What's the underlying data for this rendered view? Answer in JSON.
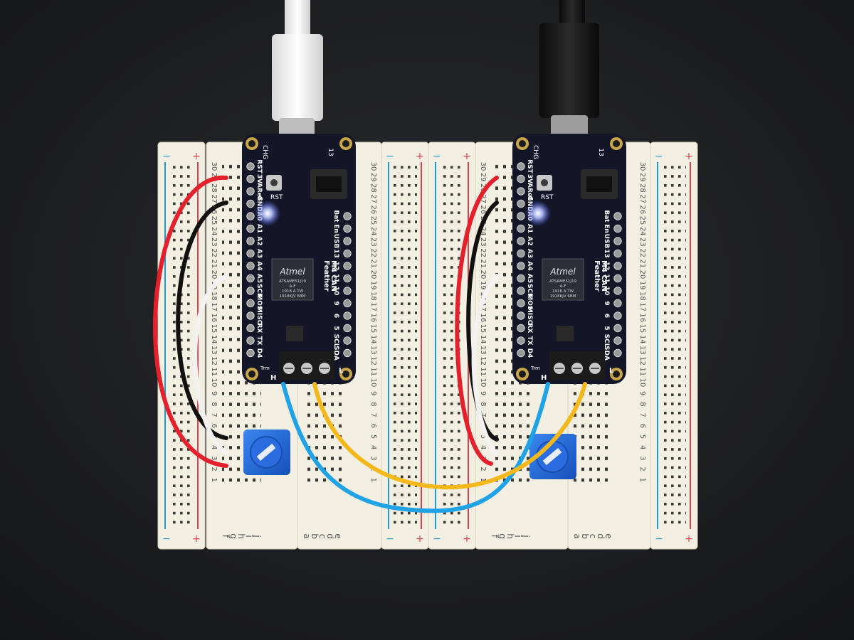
{
  "scene": {
    "background": "#1c1d1f",
    "breadboard_color": "#f3efe2",
    "rail_blue": "#1f9ad6",
    "rail_red": "#e0404a",
    "pcb_color": "#141628",
    "silk_color": "#ffffff",
    "led_color": "#c9d6ff",
    "pot_color": "#1f63d2",
    "wire_colors": {
      "red": "#e3202c",
      "black": "#111111",
      "white": "#f2f2f2",
      "blue": "#1fa3e6",
      "yellow": "#f4b81a"
    },
    "cable_left_color": "#f5f5f5",
    "cable_right_color": "#151515"
  },
  "breadboard": {
    "rail_plus": "+",
    "rail_minus": "−",
    "left_cols": [
      "f",
      "g",
      "h",
      "i",
      "j"
    ],
    "right_cols": [
      "a",
      "b",
      "c",
      "d",
      "e"
    ],
    "rows": [
      "30",
      "29",
      "28",
      "27",
      "26",
      "25",
      "24",
      "23",
      "22",
      "21",
      "20",
      "19",
      "18",
      "17",
      "16",
      "15",
      "14",
      "13",
      "12",
      "11",
      "10",
      "9",
      "8",
      "7",
      "6",
      "5",
      "4",
      "3",
      "2",
      "1"
    ]
  },
  "boards": [
    {
      "name": "Feather M4 CAN",
      "left_pins": [
        "RST",
        "3V",
        "ARef",
        "GND",
        "A0",
        "A1",
        "A2",
        "A3",
        "A4",
        "A5",
        "SCK",
        "MOSI",
        "MISO",
        "RX",
        "TX",
        "D4"
      ],
      "right_pins": [
        "Bat",
        "En",
        "USB",
        "13",
        "12",
        "11",
        "10",
        "9",
        "6",
        "5",
        "SCL",
        "SDA"
      ],
      "chip_brand": "Atmel",
      "chip_lines": [
        "ATSAME51J19",
        "A-F",
        "1918 A TW",
        "1918KJV 6BM"
      ],
      "board_text": [
        "Feather",
        "M4 CAN"
      ],
      "top_labels": [
        "CHG",
        "13"
      ],
      "rst_label": "RST",
      "terminal_labels": [
        "H",
        "Trm",
        "L"
      ]
    },
    {
      "name": "Feather M4 CAN",
      "left_pins": [
        "RST",
        "3V",
        "ARef",
        "GND",
        "A0",
        "A1",
        "A2",
        "A3",
        "A4",
        "A5",
        "SCK",
        "MOSI",
        "MISO",
        "RX",
        "TX",
        "D4"
      ],
      "right_pins": [
        "Bat",
        "En",
        "USB",
        "13",
        "12",
        "11",
        "10",
        "9",
        "6",
        "5",
        "SCL",
        "SDA"
      ],
      "chip_brand": "Atmel",
      "chip_lines": [
        "ATSAME51J19",
        "A-F",
        "1918 A TW",
        "1918KJV 6BM"
      ],
      "board_text": [
        "Feather",
        "M4 CAN"
      ],
      "top_labels": [
        "CHG",
        "13"
      ],
      "rst_label": "RST",
      "terminal_labels": [
        "H",
        "Trm",
        "L"
      ]
    }
  ]
}
